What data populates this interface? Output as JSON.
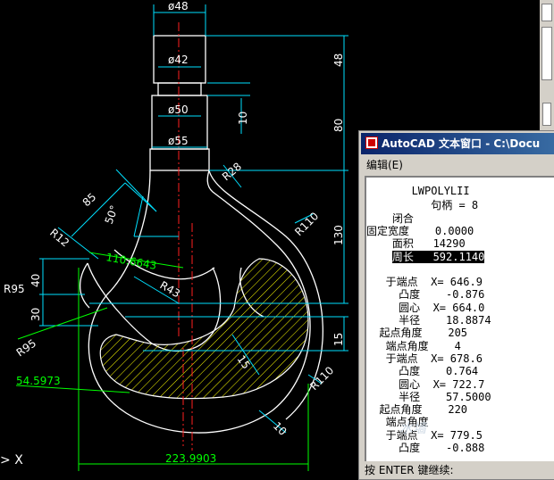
{
  "drawing": {
    "dims": {
      "d48": "ø48",
      "d42": "ø42",
      "d50": "ø50",
      "d55": "ø55",
      "v48": "48",
      "v10": "10",
      "v80": "80",
      "v130": "130",
      "v15": "15",
      "r28": "R28",
      "r110_top": "R110",
      "r110_bottom": "R110",
      "r12": "R12",
      "r43": "R43",
      "r95_a": "R95",
      "r95_b": "R95",
      "d85": "85",
      "a50": "50°",
      "l110": "110.6643",
      "v40": "40",
      "v30": "30",
      "l54": "54.5973",
      "l223": "223.9903",
      "d15": "15",
      "d10": "10"
    }
  },
  "ucs_label": "X",
  "text_window": {
    "title": "AutoCAD 文本窗口 - C:\\Docu",
    "menu_edit": "编辑(E)",
    "lines": [
      "       LWPOLYLII",
      "          句柄 = 8",
      "    闭合",
      "固定宽度    0.0000",
      "    面积   14290",
      "    周长   592.1140",
      "",
      "   于端点  X= 646.9",
      "     凸度    -0.876",
      "     圆心  X= 664.0",
      "     半径    18.8874",
      "  起点角度    205",
      "   端点角度    4",
      "   于端点  X= 678.6",
      "     凸度    0.764",
      "     圆心  X= 722.7",
      "     半径    57.5000",
      "  起点角度    220",
      "   端点角度",
      "   于端点  X= 779.5",
      "     凸度    -0.888"
    ],
    "highlight_index": 5,
    "status": "按 ENTER 键继续:",
    "watermark": "水墙"
  }
}
